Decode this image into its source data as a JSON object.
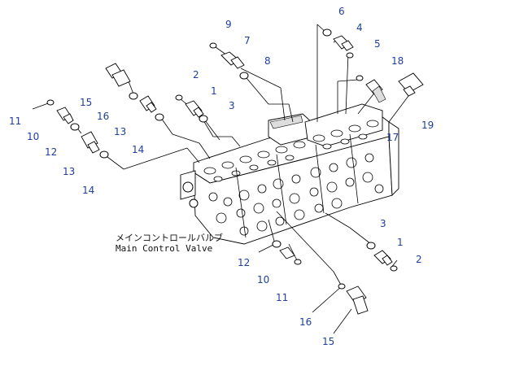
{
  "caption": {
    "jp": "メインコントロールバルブ",
    "en": "Main Control Valve"
  },
  "callouts": {
    "c9": "9",
    "c7": "7",
    "c6": "6",
    "c4": "4",
    "c5": "5",
    "c8": "8",
    "c18": "18",
    "c2a": "2",
    "c1a": "1",
    "c3a": "3",
    "c15a": "15",
    "c16a": "16",
    "c13a": "13",
    "c14a": "14",
    "c11a": "11",
    "c10a": "10",
    "c12a": "12",
    "c13b": "13",
    "c14b": "14",
    "c17": "17",
    "c19": "19",
    "c3b": "3",
    "c1b": "1",
    "c2b": "2",
    "c12b": "12",
    "c10b": "10",
    "c11b": "11",
    "c16b": "16",
    "c15b": "15"
  }
}
